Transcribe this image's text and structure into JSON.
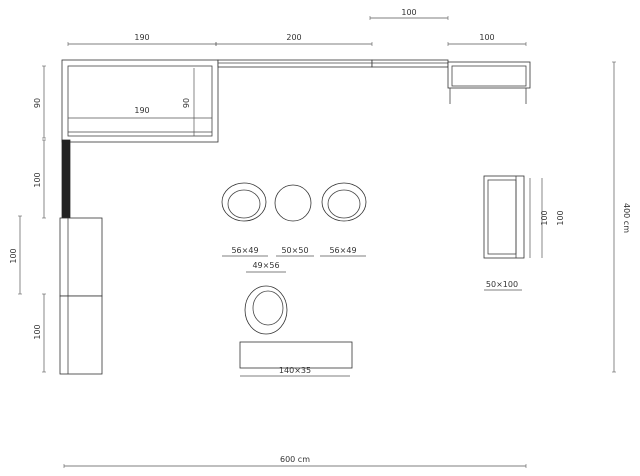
{
  "diagram": {
    "dimensions": {
      "top_left_width": "190",
      "top_mid_width": "200",
      "top_right_upper": "100",
      "top_right_width": "100",
      "left_upper": "90",
      "left_mid": "100",
      "left_lower": "100",
      "left_outer": "100",
      "inner_width": "190",
      "inner_height": "90",
      "right_cabinet_a": "100",
      "right_cabinet_b": "100",
      "overall_height": "400 cm",
      "overall_width": "600 cm"
    },
    "furniture_labels": {
      "chair_left": "56×49",
      "chair_mid": "50×50",
      "chair_right": "56×49",
      "armchair": "49×56",
      "cabinet": "50×100",
      "bench": "140×35"
    },
    "colors": {
      "line": "#444444",
      "fill": "#ffffff",
      "dark_panel": "#222222"
    }
  }
}
